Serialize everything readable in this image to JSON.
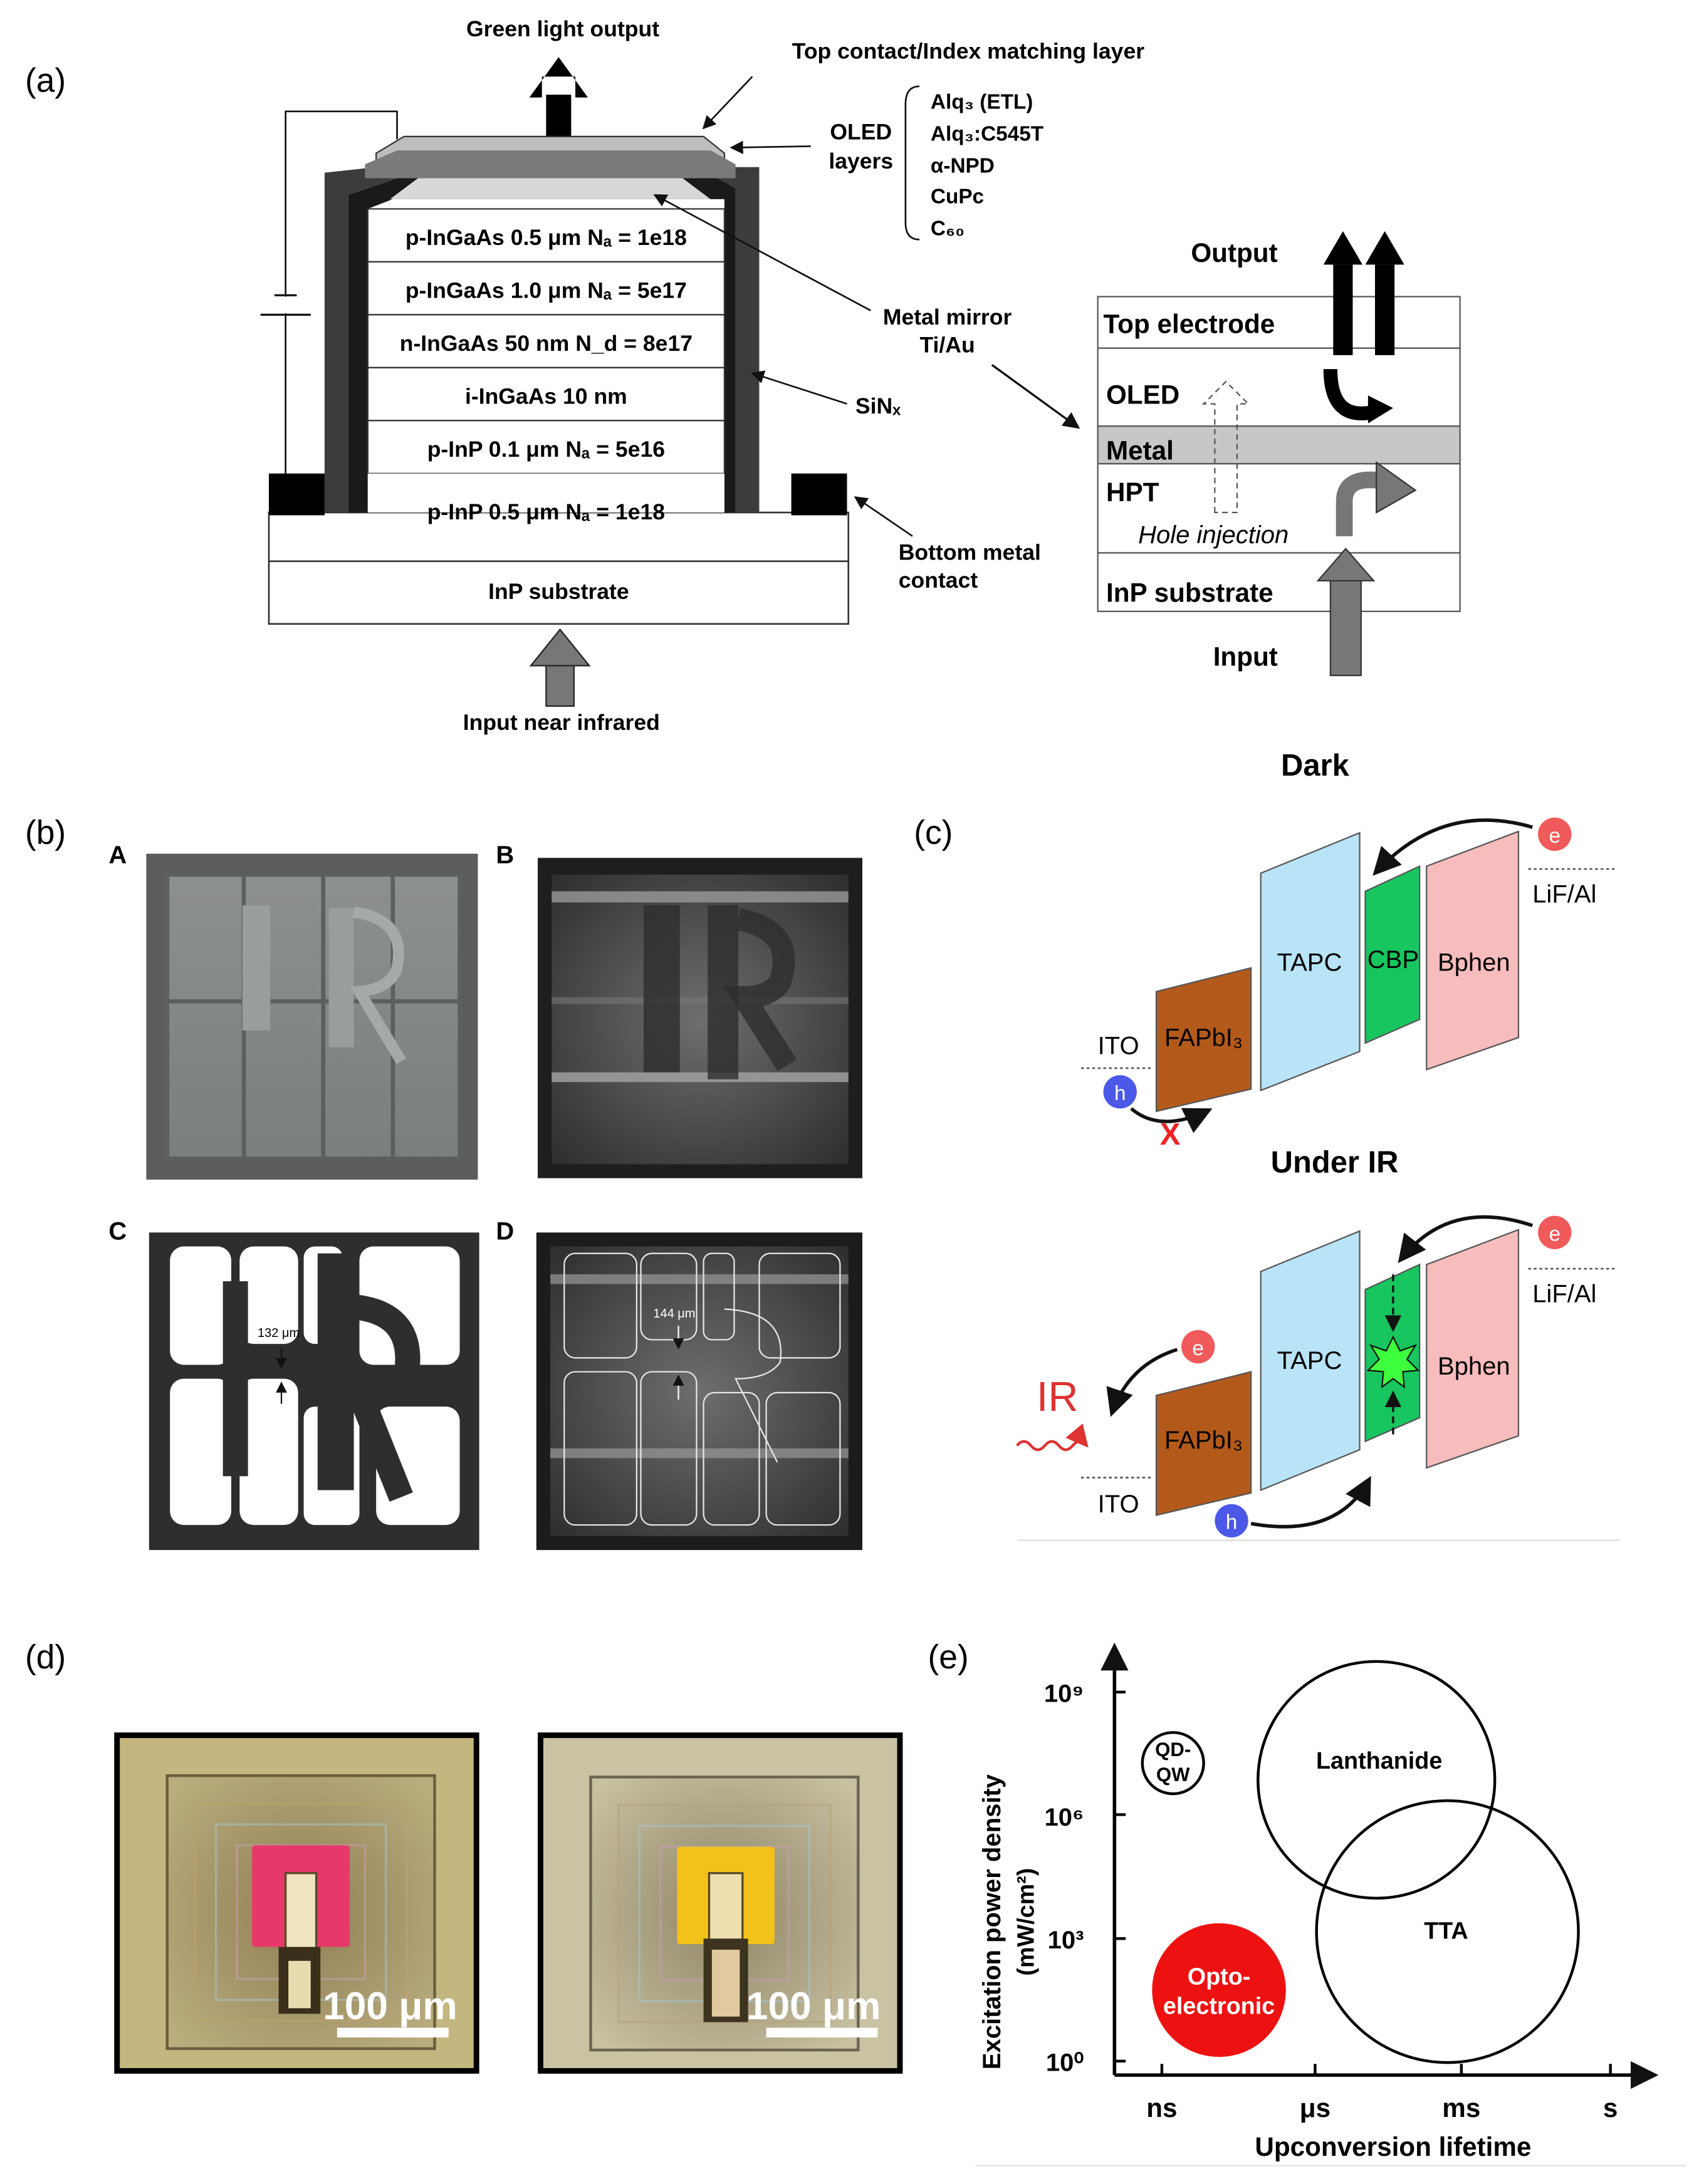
{
  "panel_labels": {
    "a": "(a)",
    "b": "(b)",
    "c": "(c)",
    "d": "(d)",
    "e": "(e)"
  },
  "a": {
    "green_out": "Green light output",
    "top_contact": "Top contact/Index matching layer",
    "oled_1": "OLED",
    "oled_2": "layers",
    "oled_list": [
      "Alq₃ (ETL)",
      "Alq₃:C545T",
      "α-NPD",
      "CuPc",
      "C₆₀"
    ],
    "layers": [
      "p-InGaAs 0.5 μm Nₐ = 1e18",
      "p-InGaAs 1.0 μm Nₐ = 5e17",
      "n-InGaAs 50 nm N_d = 8e17",
      "i-InGaAs 10 nm",
      "p-InP 0.1 μm Nₐ = 5e16",
      "p-InP 0.5 μm Nₐ = 1e18"
    ],
    "substrate": "InP substrate",
    "mirror_1": "Metal mirror",
    "mirror_2": "Ti/Au",
    "sinx": "SiNₓ",
    "bottom_1": "Bottom metal",
    "bottom_2": "contact",
    "input": "Input near infrared",
    "right": {
      "output": "Output",
      "top_electrode": "Top electrode",
      "oled": "OLED",
      "metal": "Metal",
      "hpt": "HPT",
      "hole_injection": "Hole injection",
      "substrate": "InP substrate",
      "input": "Input"
    }
  },
  "b": {
    "sub": [
      "A",
      "B",
      "C",
      "D"
    ],
    "c_dim": "132 μm",
    "d_dim": "144 μm"
  },
  "c": {
    "dark": "Dark",
    "under_ir": "Under IR",
    "tapc": "TAPC",
    "cbp": "CBP",
    "bphen": "Bphen",
    "fapbi": "FAPbI₃",
    "ito": "ITO",
    "lifal": "LiF/Al",
    "e": "e",
    "h": "h",
    "x": "X",
    "ir": "IR"
  },
  "d": {
    "scale_1": "100 μm",
    "scale_2": "100 μm",
    "pad_colors": [
      "#e6396a",
      "#f2c21b"
    ]
  },
  "e": {
    "ylabel_1": "Excitation power density",
    "ylabel_2": "(mW/cm²)",
    "xlabel": "Upconversion lifetime",
    "yticks": [
      "10⁹",
      "10⁶",
      "10³",
      "10⁰"
    ],
    "xticks": [
      "ns",
      "μs",
      "ms",
      "s"
    ],
    "qdqw_1": "QD-",
    "qdqw_2": "QW",
    "lanthanide": "Lanthanide",
    "tta": "TTA",
    "opto_1": "Opto-",
    "opto_2": "electronic",
    "opto_color": "#ee1111"
  }
}
